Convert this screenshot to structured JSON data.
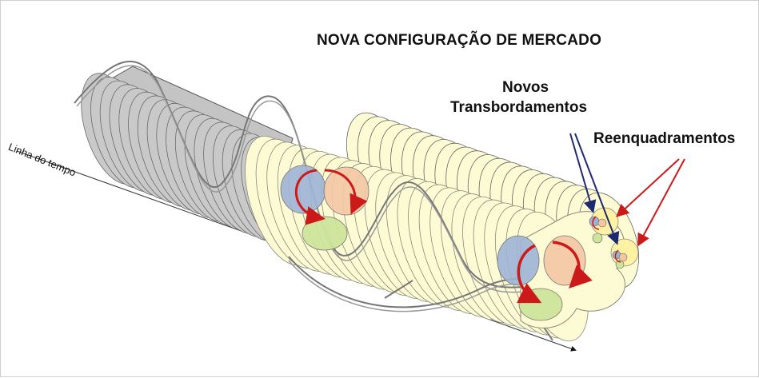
{
  "title": "NOVA CONFIGURAÇÃO DE MERCADO",
  "labels": {
    "new_overflows_line1": "Novos",
    "new_overflows_line2": "Transbordamentos",
    "reframings": "Reenquadramentos",
    "timeline": "Linha do tempo"
  },
  "colors": {
    "past_tube": "#bfbfbf",
    "future_tube": "#fdfbd3",
    "blue_circle": "#9db3d6",
    "orange_circle": "#f3c6a4",
    "green_circle": "#cde49a",
    "yellow_circle": "#fff3a3",
    "red_arrow": "#cc1a1a",
    "navy_arrow": "#1f2a6e"
  }
}
